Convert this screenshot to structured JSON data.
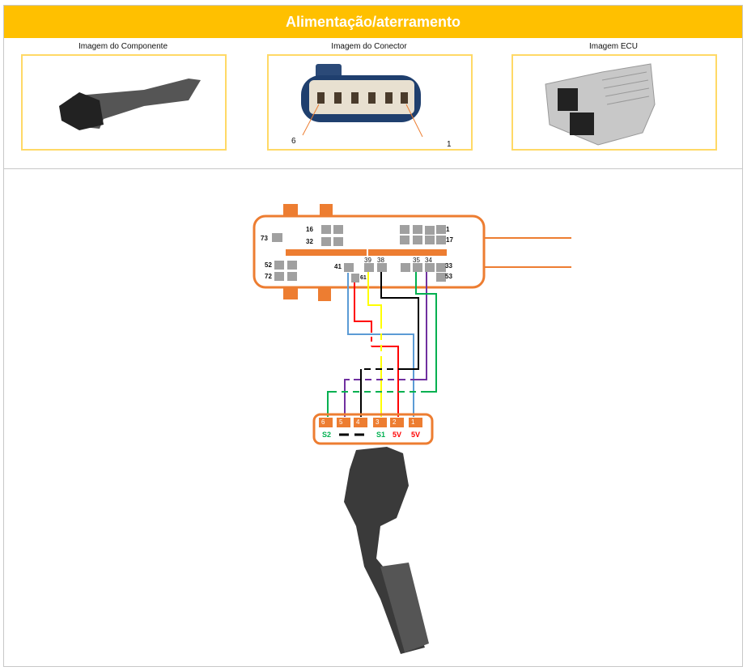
{
  "header": {
    "title": "Alimentação/aterramento"
  },
  "images": {
    "component_caption": "Imagem do Componente",
    "connector_caption": "Imagem do Conector",
    "ecu_caption": "Imagem ECU",
    "connector_pin_left": "6",
    "connector_pin_right": "1"
  },
  "ecu_pins": {
    "p16": "16",
    "p32": "32",
    "p73": "73",
    "p1": "1",
    "p17": "17",
    "p52": "52",
    "p72": "72",
    "p41": "41",
    "p61": "61",
    "p39": "39",
    "p38": "38",
    "p35": "35",
    "p34": "34",
    "p33": "33",
    "p53": "53"
  },
  "sensor_connector": {
    "pins": [
      "6",
      "5",
      "4",
      "3",
      "2",
      "1"
    ],
    "signals": {
      "pin6": "S2",
      "pin3": "S1",
      "pin2": "5V",
      "pin1": "5V"
    }
  },
  "colors": {
    "orange": "#ed7d31",
    "header": "#ffc000",
    "blue": "#5b9bd5",
    "red": "#ff0000",
    "yellow": "#ffff00",
    "black": "#000000",
    "purple": "#7030a0",
    "green": "#00b050"
  }
}
